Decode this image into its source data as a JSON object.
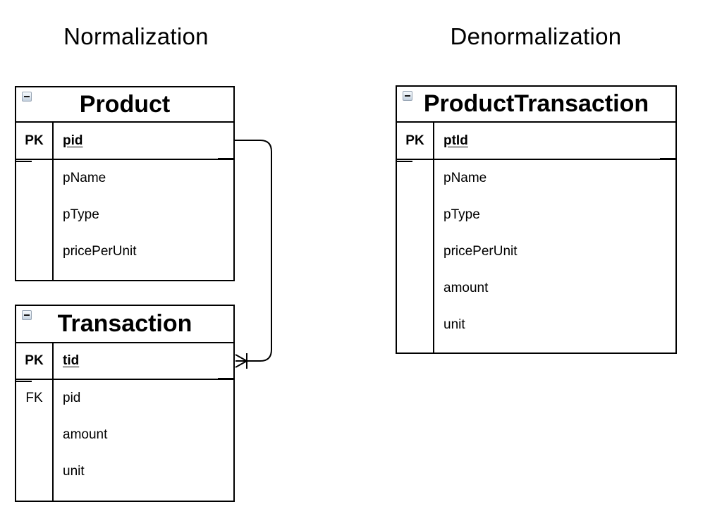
{
  "page": {
    "background_color": "#ffffff",
    "line_color": "#000000"
  },
  "sections": {
    "normalization": {
      "title": "Normalization",
      "tables": {
        "product": {
          "name": "Product",
          "pk_row": {
            "key": "PK",
            "field": "pid"
          },
          "rows": [
            {
              "key": "",
              "field": "pName"
            },
            {
              "key": "",
              "field": "pType"
            },
            {
              "key": "",
              "field": "pricePerUnit"
            }
          ]
        },
        "transaction": {
          "name": "Transaction",
          "pk_row": {
            "key": "PK",
            "field": "tid"
          },
          "rows": [
            {
              "key": "FK",
              "field": "pid"
            },
            {
              "key": "",
              "field": "amount"
            },
            {
              "key": "",
              "field": "unit"
            }
          ]
        }
      },
      "relationship": {
        "from": "Product.pid",
        "to": "Transaction.tid",
        "notation": "crow-foot-many"
      }
    },
    "denormalization": {
      "title": "Denormalization",
      "tables": {
        "product_transaction": {
          "name": "ProductTransaction",
          "pk_row": {
            "key": "PK",
            "field": "ptId"
          },
          "rows": [
            {
              "key": "",
              "field": "pName"
            },
            {
              "key": "",
              "field": "pType"
            },
            {
              "key": "",
              "field": "pricePerUnit"
            },
            {
              "key": "",
              "field": "amount"
            },
            {
              "key": "",
              "field": "unit"
            }
          ]
        }
      }
    }
  }
}
